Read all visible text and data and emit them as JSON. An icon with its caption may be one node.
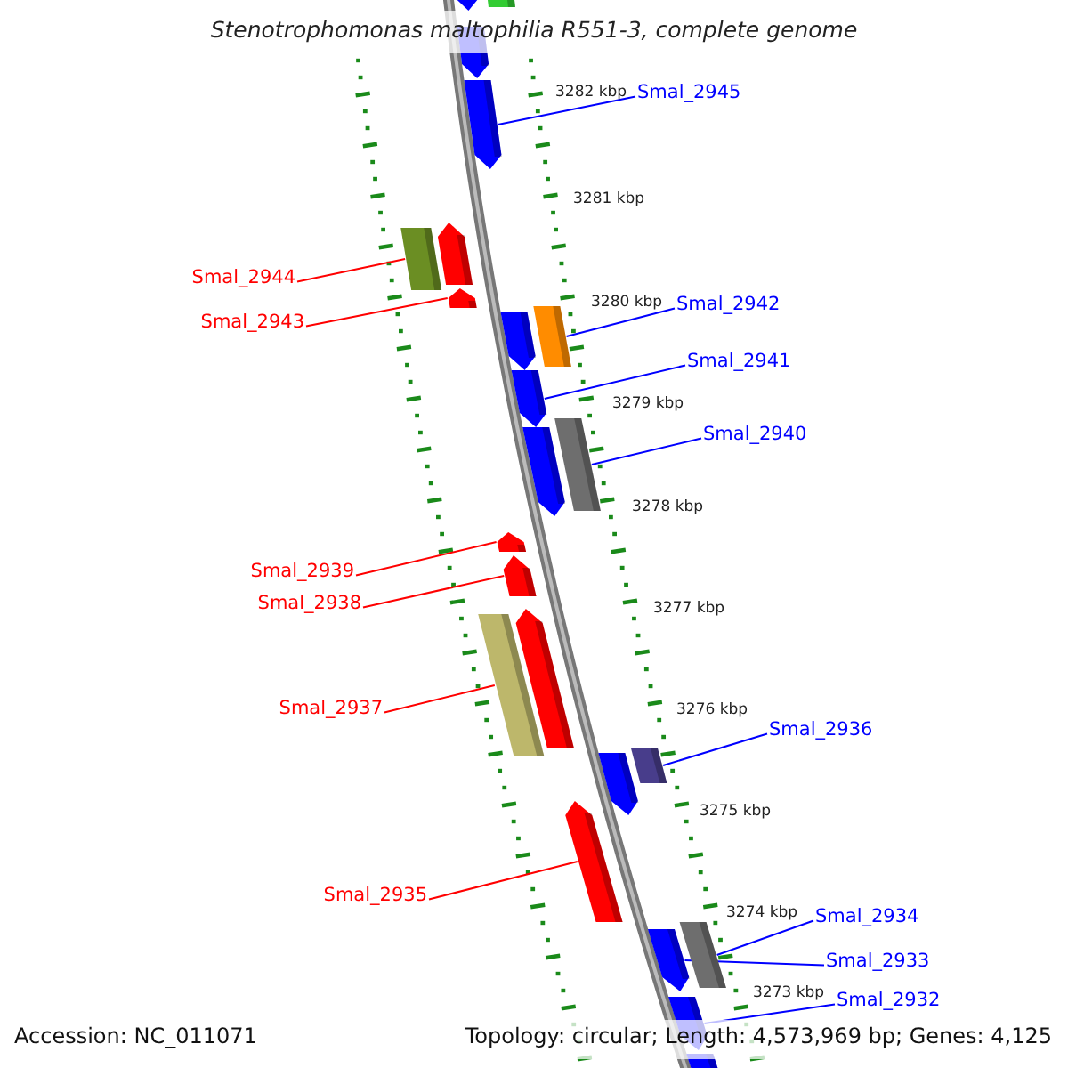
{
  "diagram": {
    "title": "Stenotrophomonas maltophilia R551-3, complete genome",
    "nodes": [
      {
        "text": [
          "Smal_2945"
        ]
      },
      {
        "text": [
          "Smal_2944"
        ]
      },
      {
        "text": [
          "Smal_2943"
        ]
      },
      {
        "text": [
          "Smal_2942"
        ]
      },
      {
        "text": [
          "Smal_2941"
        ]
      },
      {
        "text": [
          "Smal_2940"
        ]
      },
      {
        "text": [
          "Smal_2939"
        ]
      },
      {
        "text": [
          "Smal_2938"
        ]
      },
      {
        "text": [
          "Smal_2937"
        ]
      },
      {
        "text": [
          "Smal_2936"
        ]
      },
      {
        "text": [
          "Smal_2935"
        ]
      },
      {
        "text": [
          "Smal_2934"
        ]
      },
      {
        "text": [
          "Smal_2933"
        ]
      },
      {
        "text": [
          "Smal_2932"
        ]
      },
      {
        "text": [],
        "shape": "arrow"
      },
      {
        "text": [],
        "shape": "bar"
      },
      {
        "text": [],
        "shape": "arrow"
      },
      {
        "text": [],
        "shape": "bar"
      },
      {
        "text": [],
        "shape": "arrow"
      },
      {
        "text": [],
        "shape": "bar"
      },
      {
        "text": [],
        "shape": "arrow"
      },
      {
        "text": [],
        "shape": "arrow"
      },
      {
        "text": [],
        "shape": "bar"
      },
      {
        "text": [],
        "shape": "bar"
      },
      {
        "text": [],
        "shape": "arrow"
      },
      {
        "text": [],
        "shape": "bar"
      },
      {
        "text": [],
        "shape": "arrow"
      },
      {
        "text": [],
        "shape": "arrow"
      },
      {
        "text": [],
        "shape": "arrow"
      },
      {
        "text": [],
        "shape": "bar"
      },
      {
        "text": [],
        "shape": "arrow"
      },
      {
        "text": [],
        "shape": "arrow"
      },
      {
        "text": [],
        "shape": "arrow"
      },
      {
        "text": [],
        "shape": "arrow"
      },
      {
        "text": [],
        "shape": "arrow"
      },
      {
        "text": [],
        "shape": "arrow"
      },
      {
        "text": [],
        "shape": "arrow"
      }
    ],
    "edges": [
      {
        "from": 0,
        "to": 14,
        "arrow": "none"
      },
      {
        "from": 1,
        "to": 15,
        "arrow": "none",
        "color": "#ff0000"
      },
      {
        "from": 2,
        "to": 16,
        "arrow": "none",
        "color": "#ff0000"
      },
      {
        "from": 3,
        "to": 17,
        "arrow": "none"
      },
      {
        "from": 4,
        "to": 18,
        "arrow": "none"
      },
      {
        "from": 5,
        "to": 19,
        "arrow": "none"
      },
      {
        "from": 6,
        "to": 20,
        "arrow": "none",
        "color": "#ff0000"
      },
      {
        "from": 7,
        "to": 21,
        "arrow": "none",
        "color": "#ff0000"
      },
      {
        "from": 8,
        "to": 22,
        "arrow": "none",
        "color": "#ff0000"
      },
      {
        "from": 9,
        "to": 23,
        "arrow": "none"
      },
      {
        "from": 10,
        "to": 24,
        "arrow": "none",
        "color": "#ff0000"
      },
      {
        "from": 11,
        "to": 25,
        "arrow": "none"
      },
      {
        "from": 12,
        "to": 26,
        "arrow": "none"
      },
      {
        "from": 13,
        "to": 27,
        "arrow": "none"
      }
    ],
    "labels": [
      "3282 kbp",
      "3281 kbp",
      "3280 kbp",
      "3279 kbp",
      "3278 kbp",
      "3277 kbp",
      "3276 kbp",
      "3275 kbp",
      "3274 kbp",
      "3273 kbp",
      "Accession: NC_011071",
      "Topology: circular; Length: 4,573,969 bp; Genes: 4,125"
    ]
  }
}
